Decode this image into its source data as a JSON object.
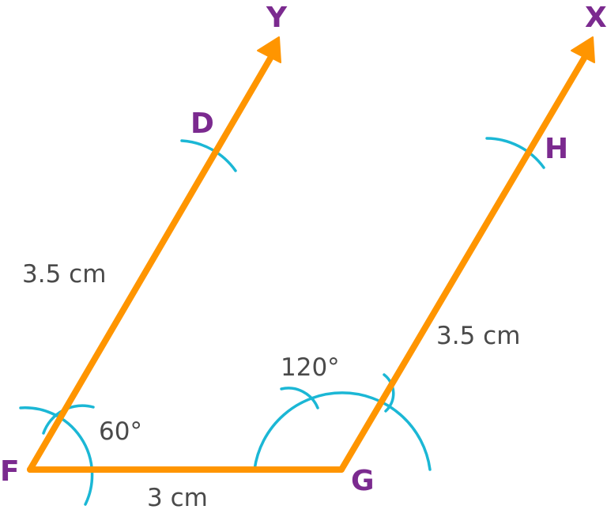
{
  "colors": {
    "line": "#FF9500",
    "arc": "#1BB7D5",
    "point_label": "#7B2A8F",
    "measure_label": "#4A4A4A",
    "background": "#FFFFFF"
  },
  "points": {
    "F": "F",
    "G": "G",
    "D": "D",
    "H": "H",
    "X": "X",
    "Y": "Y"
  },
  "measures": {
    "fd_length": "3.5 cm",
    "gh_length": "3.5 cm",
    "fg_length": "3 cm",
    "angle_f": "60°",
    "angle_g": "120°"
  }
}
